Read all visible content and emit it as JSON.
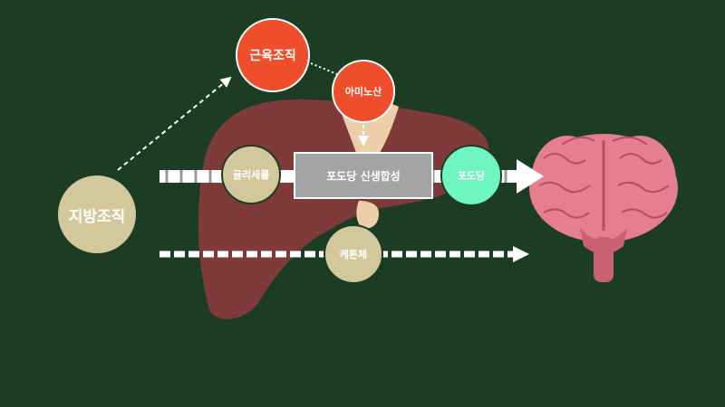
{
  "nodes": {
    "fat_tissue": "지방조직",
    "muscle_tissue": "근육조직",
    "amino_acid": "아미노산",
    "glycerol": "글리세롤",
    "gluconeogenesis": "포도당 신생합성",
    "glucose": "포도당",
    "ketone_bodies": "케톤체"
  },
  "colors": {
    "background": "#1c3d23",
    "liver": "#7e3b3a",
    "gallbladder": "#eccfa8",
    "muscle": "#ee4e2b",
    "neutral_node": "#d3c89c",
    "glucose_node": "#6ff5c2",
    "brain": "#e57f8e",
    "process_box": "#a4a4a4"
  },
  "icons": [
    "liver-illustration",
    "brain-illustration"
  ]
}
